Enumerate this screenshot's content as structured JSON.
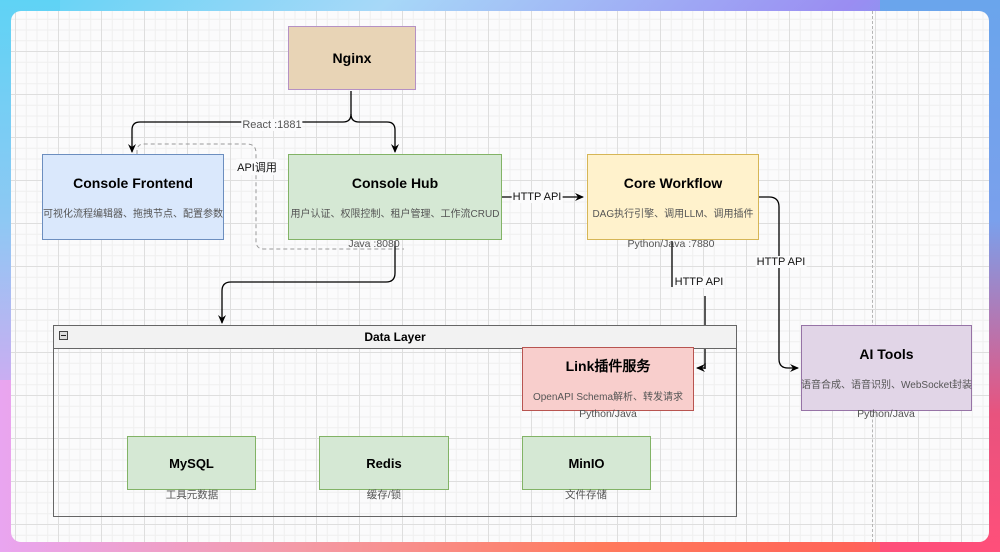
{
  "diagram": {
    "nodes": {
      "nginx": {
        "title": "Nginx",
        "fill": "#e8d4b6",
        "stroke": "#b591c4"
      },
      "console_frontend": {
        "title": "Console Frontend",
        "desc": "可视化流程编辑器、拖拽节点、配置参数",
        "fill": "#dae8fc",
        "stroke": "#6c8ebf"
      },
      "console_hub": {
        "title": "Console Hub",
        "desc": "用户认证、权限控制、租户管理、工作流CRUD",
        "caption": "Java :8080",
        "fill": "#d5e8d4",
        "stroke": "#82b366"
      },
      "core_workflow": {
        "title": "Core Workflow",
        "desc": "DAG执行引擎、调用LLM、调用插件",
        "caption": "Python/Java :7880",
        "fill": "#fff2cc",
        "stroke": "#d6b656"
      },
      "ai_tools": {
        "title": "AI Tools",
        "desc": "语音合成、语音识别、WebSocket封装",
        "caption": "Python/Java",
        "fill": "#e1d5e7",
        "stroke": "#9673a6"
      },
      "link_plugin": {
        "title": "Link插件服务",
        "desc": "OpenAPI Schema解析、转发请求",
        "caption": "Python/Java",
        "fill": "#f8cecc",
        "stroke": "#b85450"
      },
      "mysql": {
        "title": "MySQL",
        "caption": "工具元数据",
        "fill": "#d5e8d4",
        "stroke": "#82b366"
      },
      "redis": {
        "title": "Redis",
        "caption": "缓存/锁",
        "fill": "#d5e8d4",
        "stroke": "#82b366"
      },
      "minio": {
        "title": "MinIO",
        "caption": "文件存储",
        "fill": "#d5e8d4",
        "stroke": "#82b366"
      }
    },
    "container": {
      "title": "Data Layer"
    },
    "edges": {
      "nginx_to_frontend": {
        "label": "React :1881"
      },
      "frontend_to_hub": {
        "label": "API调用"
      },
      "hub_to_workflow": {
        "label": "HTTP API"
      },
      "workflow_to_link": {
        "label": "HTTP API"
      },
      "workflow_to_aitools": {
        "label": "HTTP API"
      }
    }
  }
}
